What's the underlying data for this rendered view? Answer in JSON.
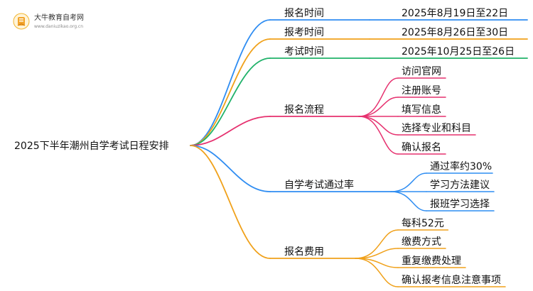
{
  "logo": {
    "title": "大牛教育自考网",
    "url": "www.daniuzikao.org.cn"
  },
  "mindmap": {
    "root": "2025下半年潮州自学考试日程安排",
    "branches": [
      {
        "label": "报名时间",
        "color": "#2f8df2",
        "children": [
          {
            "label": "2025年8月19日至22日"
          }
        ]
      },
      {
        "label": "报考时间",
        "color": "#f0a11a",
        "children": [
          {
            "label": "2025年8月26日至30日"
          }
        ]
      },
      {
        "label": "考试时间",
        "color": "#20b26a",
        "children": [
          {
            "label": "2025年10月25日至26日"
          }
        ]
      },
      {
        "label": "报名流程",
        "color": "#e6316f",
        "children": [
          {
            "label": "访问官网"
          },
          {
            "label": "注册账号"
          },
          {
            "label": "填写信息"
          },
          {
            "label": "选择专业和科目"
          },
          {
            "label": "确认报名"
          }
        ]
      },
      {
        "label": "自学考试通过率",
        "color": "#2f8df2",
        "children": [
          {
            "label": "通过率约30%"
          },
          {
            "label": "学习方法建议"
          },
          {
            "label": "报班学习选择"
          }
        ]
      },
      {
        "label": "报名费用",
        "color": "#f0a11a",
        "children": [
          {
            "label": "每科52元"
          },
          {
            "label": "缴费方式"
          },
          {
            "label": "重复缴费处理"
          },
          {
            "label": "确认报考信息注意事项"
          }
        ]
      }
    ]
  }
}
